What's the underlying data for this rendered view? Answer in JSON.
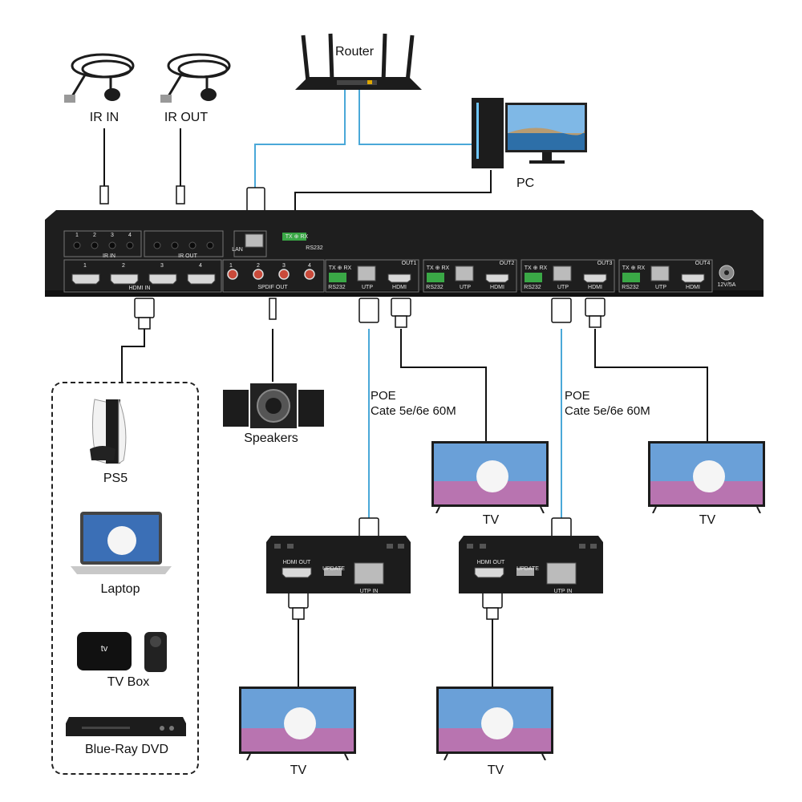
{
  "devices": {
    "router": "Router",
    "pc": "PC",
    "ir_in": "IR IN",
    "ir_out": "IR OUT",
    "speakers": "Speakers",
    "ps5": "PS5",
    "laptop": "Laptop",
    "tv_box": "TV Box",
    "bluray": "Blue-Ray DVD",
    "tv": "TV"
  },
  "cable_notes": {
    "poe_line1": "POE",
    "poe_line2": "Cate 5e/6e 60M"
  },
  "panel": {
    "ir_in_label": "IR IN",
    "ir_out_label": "IR OUT",
    "port_numbers": [
      "1",
      "2",
      "3",
      "4"
    ],
    "hdmi_in_label": "HDMI IN",
    "spdif_label": "SPDIF OUT",
    "lan_label": "LAN",
    "rs232_label": "RS232",
    "txrx_label": "TX ⊕ RX",
    "utp_label": "UTP",
    "hdmi_label": "HDMI",
    "outputs": [
      "OUT1",
      "OUT2",
      "OUT3",
      "OUT4"
    ],
    "power_label": "12V/5A"
  },
  "receiver": {
    "hdmi_out_label": "HDMI OUT",
    "update_label": "UPDATE",
    "utp_in_label": "UTP IN"
  },
  "colors": {
    "lan_cable": "#4aa8d8",
    "device_black": "#1c1c1c"
  }
}
